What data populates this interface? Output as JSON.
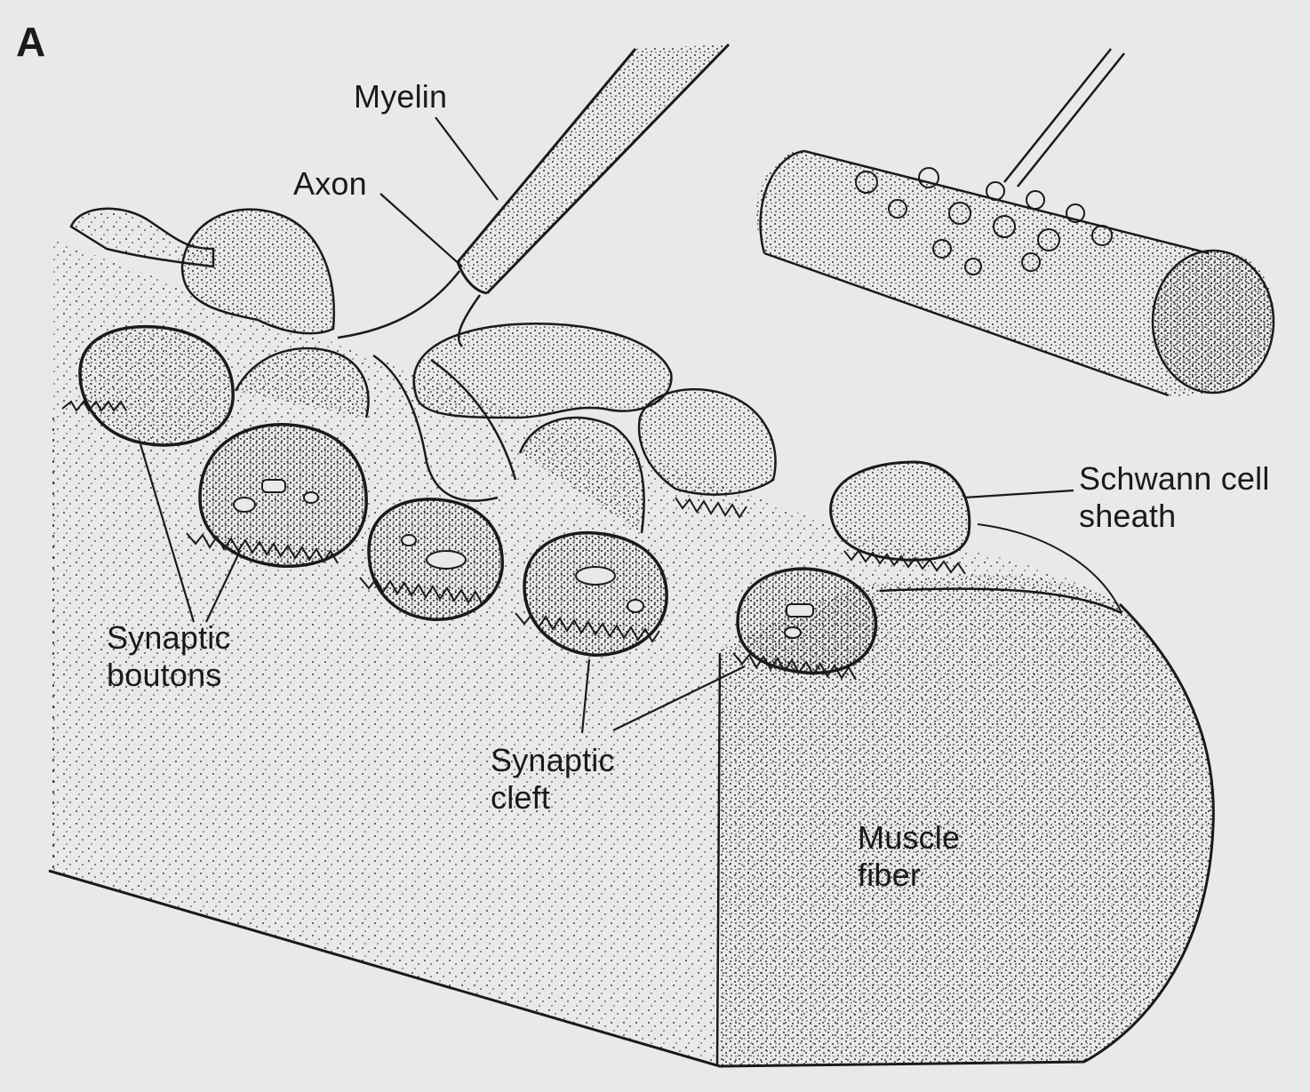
{
  "panel_letter": "A",
  "labels": {
    "myelin": "Myelin",
    "axon": "Axon",
    "schwann_line1": "Schwann cell",
    "schwann_line2": "sheath",
    "boutons_line1": "Synaptic",
    "boutons_line2": "boutons",
    "cleft_line1": "Synaptic",
    "cleft_line2": "cleft",
    "muscle_line1": "Muscle",
    "muscle_line2": "fiber"
  },
  "colors": {
    "background": "#e9e9e9",
    "ink": "#1a1a1a",
    "stipple": "#3a3a3a"
  }
}
